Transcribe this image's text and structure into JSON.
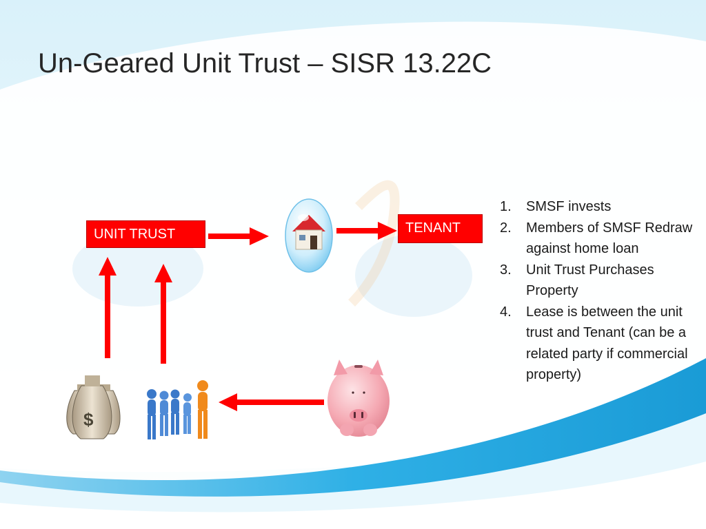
{
  "slide": {
    "title": "Un-Geared Unit Trust – SISR 13.22C"
  },
  "labels": {
    "unit_trust": "UNIT TRUST",
    "tenant": "TENANT"
  },
  "steps": [
    {
      "num": "1.",
      "text": "SMSF invests"
    },
    {
      "num": "2.",
      "text": "Members of SMSF Redraw against home loan"
    },
    {
      "num": "3.",
      "text": "Unit Trust Purchases Property"
    },
    {
      "num": "4.",
      "text": "Lease is between the unit trust and Tenant (can be a related party if commercial property)"
    }
  ],
  "icons": {
    "house": "house-in-bubble-icon",
    "piggy_bank": "piggy-bank-icon",
    "money_bags": "money-bags-icon",
    "people": "people-group-icon",
    "arrow": "red-arrow-icon"
  },
  "colors": {
    "arrow": "#ff0000",
    "label_fill": "#ff0000",
    "label_text": "#ffffff",
    "title_text": "#262626",
    "wave_blue": "#29a8e0"
  }
}
